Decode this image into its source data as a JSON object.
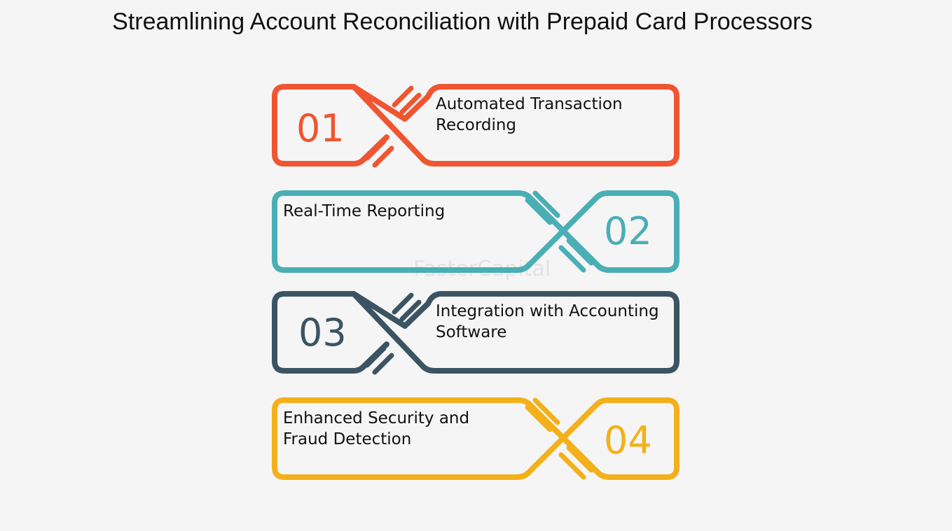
{
  "title": "Streamlining Account Reconciliation with Prepaid Card Processors",
  "watermark": "FasterCapital",
  "steps": [
    {
      "number": "01",
      "lines": [
        "Automated Transaction",
        "Recording"
      ],
      "color": "#ef5530"
    },
    {
      "number": "02",
      "lines": [
        "Real-Time Reporting"
      ],
      "color": "#4aaeb5"
    },
    {
      "number": "03",
      "lines": [
        "Integration with Accounting",
        "Software"
      ],
      "color": "#3b5463"
    },
    {
      "number": "04",
      "lines": [
        "Enhanced Security and",
        "Fraud Detection"
      ],
      "color": "#f4b01b"
    }
  ]
}
